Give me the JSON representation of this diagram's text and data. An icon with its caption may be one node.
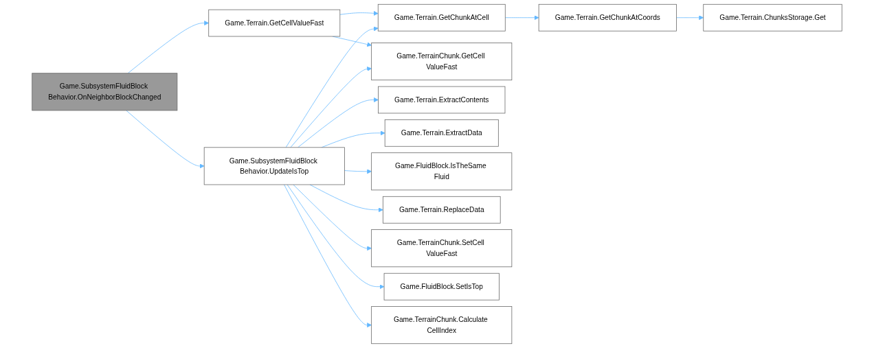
{
  "diagram": {
    "nodes": [
      {
        "text": [
          "Game.SubsystemFluidBlock Behavior.OnNeighborBlockChanged"
        ]
      },
      {
        "text": [
          "Game.Terrain.GetCellValueFast"
        ]
      },
      {
        "text": [
          "Game.SubsystemFluidBlock Behavior.UpdateIsTop"
        ]
      },
      {
        "text": [
          "Game.Terrain.GetChunkAtCell"
        ]
      },
      {
        "text": [
          "Game.Terrain.GetChunkAtCoords"
        ]
      },
      {
        "text": [
          "Game.Terrain.ChunksStorage.Get"
        ]
      },
      {
        "text": [
          "Game.TerrainChunk.GetCell ValueFast"
        ]
      },
      {
        "text": [
          "Game.Terrain.ExtractContents"
        ]
      },
      {
        "text": [
          "Game.Terrain.ExtractData"
        ]
      },
      {
        "text": [
          "Game.FluidBlock.IsTheSame Fluid"
        ]
      },
      {
        "text": [
          "Game.Terrain.ReplaceData"
        ]
      },
      {
        "text": [
          "Game.TerrainChunk.SetCell ValueFast"
        ]
      },
      {
        "text": [
          "Game.FluidBlock.SetIsTop"
        ]
      },
      {
        "text": [
          "Game.TerrainChunk.Calculate CellIndex"
        ]
      }
    ],
    "edges": [
      {
        "from": 0,
        "to": 1,
        "arrow": "to"
      },
      {
        "from": 0,
        "to": 2,
        "arrow": "to"
      },
      {
        "from": 1,
        "to": 3,
        "arrow": "to"
      },
      {
        "from": 1,
        "to": 6,
        "arrow": "to"
      },
      {
        "from": 3,
        "to": 4,
        "arrow": "to"
      },
      {
        "from": 4,
        "to": 5,
        "arrow": "to"
      },
      {
        "from": 2,
        "to": 3,
        "arrow": "to"
      },
      {
        "from": 2,
        "to": 6,
        "arrow": "to"
      },
      {
        "from": 2,
        "to": 7,
        "arrow": "to"
      },
      {
        "from": 2,
        "to": 8,
        "arrow": "to"
      },
      {
        "from": 2,
        "to": 9,
        "arrow": "to"
      },
      {
        "from": 2,
        "to": 10,
        "arrow": "to"
      },
      {
        "from": 2,
        "to": 11,
        "arrow": "to"
      },
      {
        "from": 2,
        "to": 12,
        "arrow": "to"
      },
      {
        "from": 2,
        "to": 13,
        "arrow": "to"
      }
    ]
  }
}
